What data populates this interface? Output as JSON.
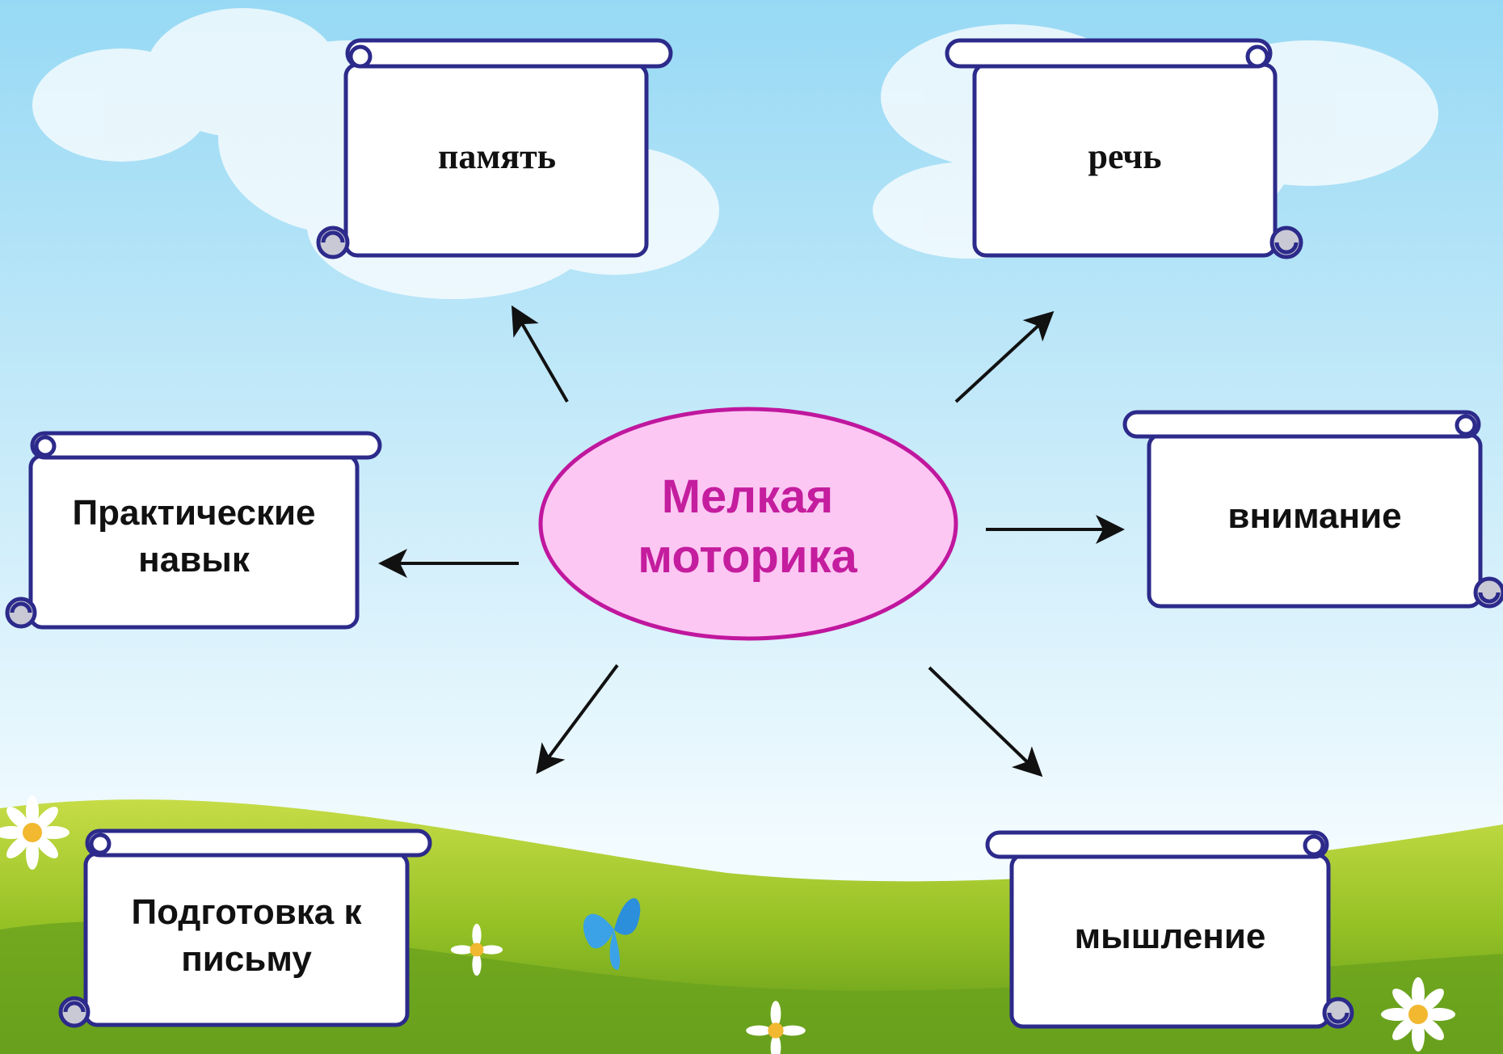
{
  "diagram": {
    "center": {
      "line1": "Мелкая",
      "line2": "моторика"
    },
    "nodes": [
      {
        "id": "memory",
        "lines": [
          "память"
        ]
      },
      {
        "id": "speech",
        "lines": [
          "речь"
        ]
      },
      {
        "id": "practical",
        "lines": [
          "Практические",
          "навык"
        ]
      },
      {
        "id": "attention",
        "lines": [
          "внимание"
        ]
      },
      {
        "id": "writing",
        "lines": [
          "Подготовка к",
          "письму"
        ]
      },
      {
        "id": "thinking",
        "lines": [
          "мышление"
        ]
      }
    ]
  },
  "colors": {
    "sky_top": "#9fdcf5",
    "sky_bottom": "#eef9ff",
    "grass": "#9cc42a",
    "scroll_stroke": "#2c2a8a",
    "ellipse_fill": "#fbc8f4",
    "ellipse_stroke": "#c0179e",
    "center_text": "#c41d9e",
    "arrow": "#111111"
  }
}
